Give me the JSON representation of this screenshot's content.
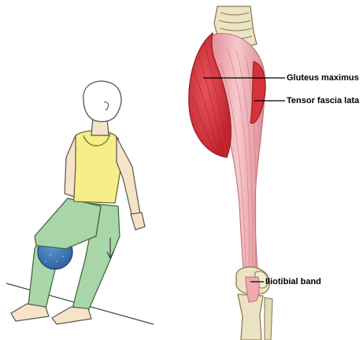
{
  "labels": {
    "gluteus_maximus": "Gluteus maximus",
    "tensor_fascia_lata": "Tensor fascia lata",
    "iliotibial_band": "Iliotibial band"
  },
  "colors": {
    "muscle_red": "#d8323a",
    "itband_pink": "#eeaaae",
    "bone": "#ece3c4",
    "shirt": "#f6ee88",
    "pants": "#a9d6a8",
    "ball": "#3f79b8"
  }
}
